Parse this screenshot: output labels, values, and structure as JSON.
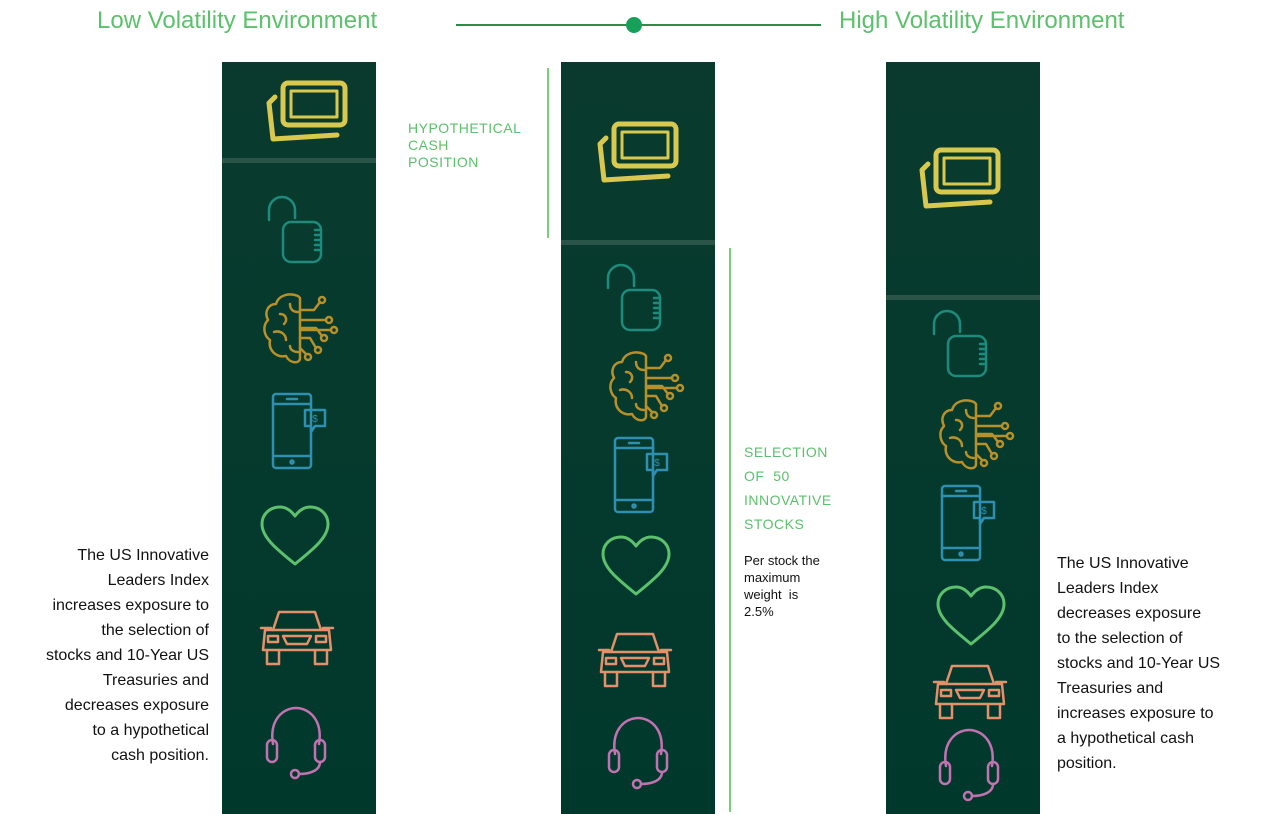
{
  "header": {
    "low_label": "Low Volatility Environment",
    "high_label": "High Volatility Environment"
  },
  "annotations": {
    "cash_label": [
      "HYPOTHETICAL",
      "CASH",
      "POSITION"
    ],
    "selection_label": [
      "SELECTION",
      "OF  50",
      "INNOVATIVE",
      "STOCKS"
    ],
    "max_weight_note": [
      "Per stock the",
      "maximum",
      "weight  is",
      "2.5%"
    ]
  },
  "descriptions": {
    "left": [
      "The US Innovative",
      "Leaders Index",
      "increases exposure to",
      "the selection of",
      "stocks and 10-Year US",
      "Treasuries and",
      "decreases exposure",
      "to a hypothetical",
      "cash position."
    ],
    "right": [
      "The US Innovative",
      "Leaders Index",
      "decreases exposure",
      "to the selection of",
      "stocks and 10-Year US",
      "Treasuries and",
      "increases exposure to",
      "a hypothetical cash",
      "position."
    ]
  },
  "colors": {
    "column_bg": "#00392c",
    "accent_green": "#5cc06c",
    "cash_icon": "#d9c84e",
    "lock_icon": "#1d8a7c",
    "brain_icon": "#b8902a",
    "phone_icon": "#2f8fb0",
    "heart_icon": "#5cc06c",
    "car_icon": "#e4906a",
    "headset_icon": "#c272b0"
  },
  "icons": [
    "cash-icon",
    "lock-icon",
    "brain-icon",
    "phone-icon",
    "heart-icon",
    "car-icon",
    "headset-icon"
  ]
}
